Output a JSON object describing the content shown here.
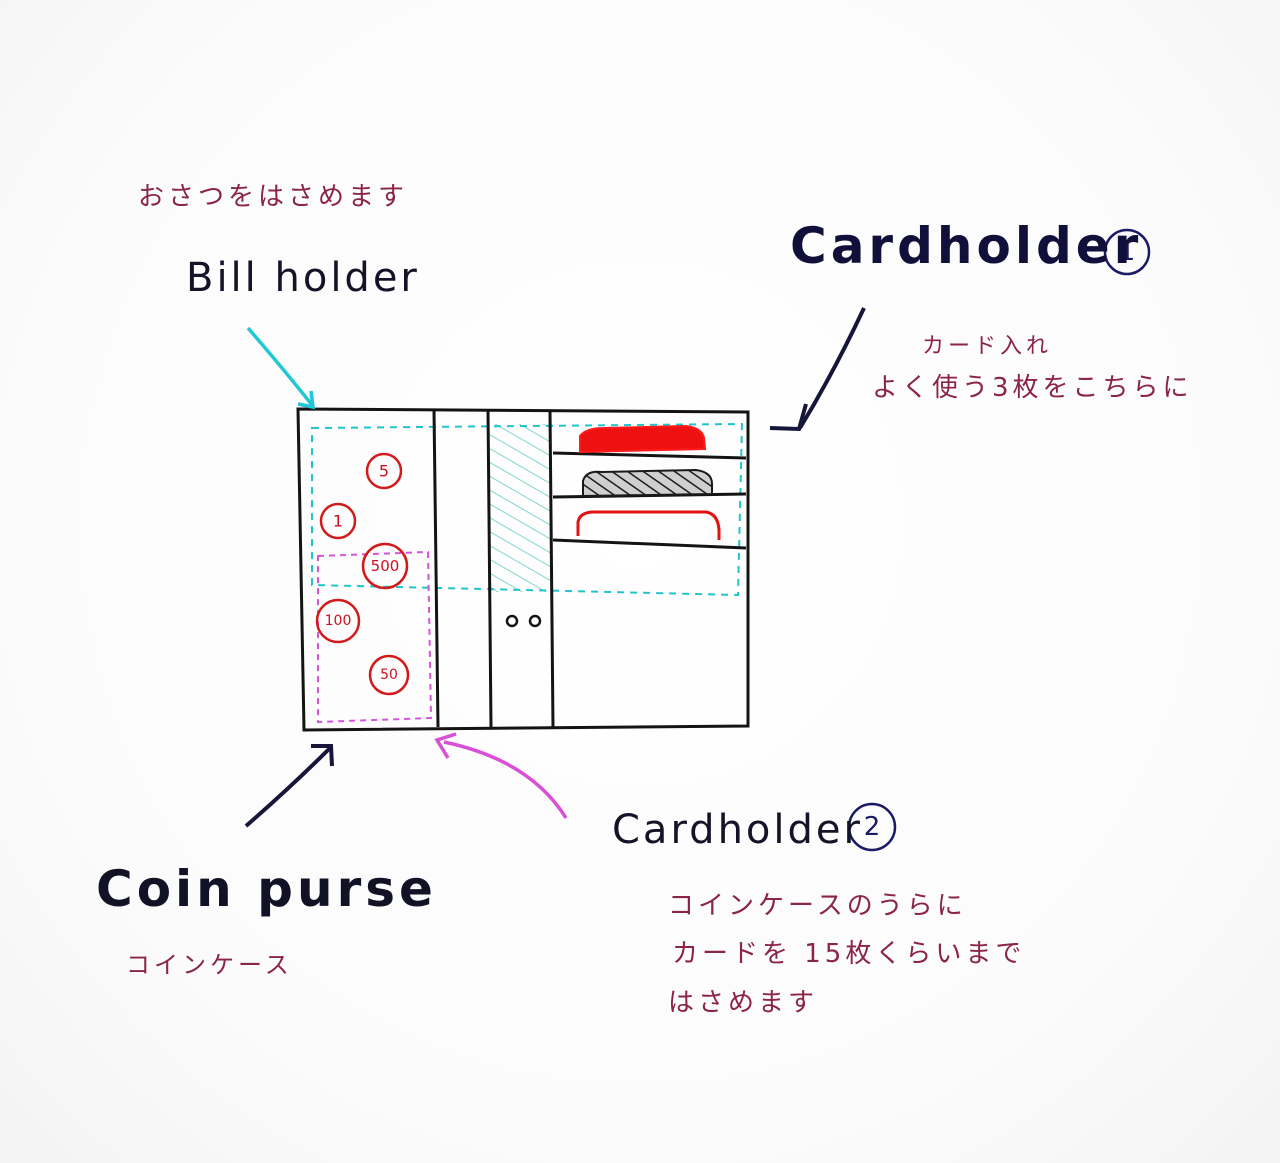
{
  "bill_holder": {
    "title": "Bill holder",
    "note": "おさつをはさめます"
  },
  "cardholder_1": {
    "title": "Cardholder",
    "number": "1",
    "note_line1": "カード入れ",
    "note_line2": "よく使う3枚をこちらに"
  },
  "coin_purse": {
    "title": "Coin purse",
    "note": "コインケース"
  },
  "cardholder_2": {
    "title": "Cardholder",
    "number": "2",
    "note_line1": "コインケースのうらに",
    "note_line2": "カードを 15枚くらいまで",
    "note_line3": "はさめます"
  },
  "coins": [
    "5",
    "1",
    "500",
    "100",
    "50"
  ],
  "colors": {
    "ink": "#141428",
    "cyan": "#22c4cc",
    "magenta": "#d455d8",
    "red": "#dd1111",
    "note": "#8a2448"
  }
}
